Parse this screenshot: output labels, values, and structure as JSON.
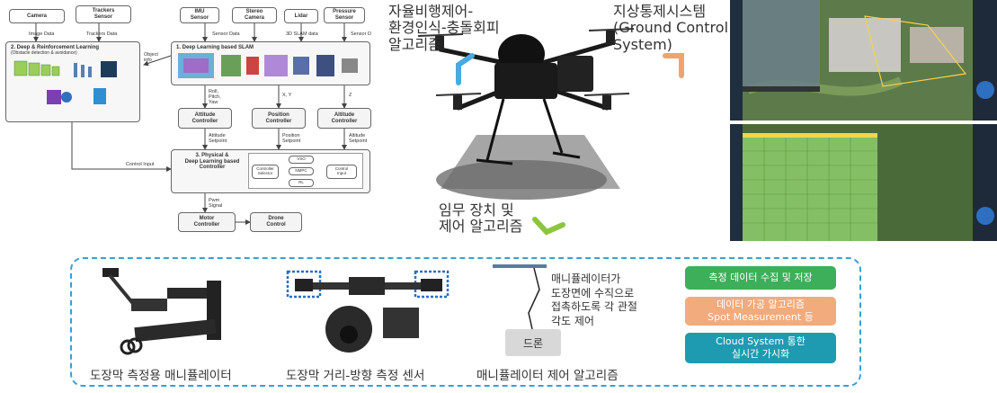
{
  "flowchart": {
    "camera": "Camera",
    "tracker": "Trackers\nSensor",
    "image_data": "Image Data",
    "tracker_data": "Trackers Data",
    "block2_title": "2. Deep & Reinforcement Learning",
    "block2_sub": "(Obstacle detection & avoidance)",
    "object_info": "Object\ninfo",
    "imu": "IMU\nSensor",
    "stereo": "Stereo\nCamera",
    "lidar": "Lidar",
    "pressure": "Pressure\nSensor",
    "sensor_data_1": "Sensor Data",
    "slam_data": "3D SLAM data",
    "sensor_data_2": "Sensor D",
    "block1_title": "1. Deep Learning based SLAM",
    "roll_lbl": "Roll,\nPitch,\nYaw",
    "xy_lbl": "X, Y",
    "z_lbl": "Z",
    "attitude_ctrl_1": "Attitude\nController",
    "position_ctrl": "Position\nController",
    "altitude_ctrl": "Altitude\nController",
    "attitude_sp": "Attitude\nSetpoint",
    "position_sp": "Position\nSetpoint",
    "altitude_sp": "Altitude\nSetpoint",
    "control_input": "Control Input",
    "block3_title": "3. Physical &",
    "block3_sub": "Deep Learning based\nController",
    "controller_selector": "Controller\nSelector",
    "vso": "VSO",
    "nmpc": "NMPC",
    "rl": "RL",
    "control_input_box": "Control\nInput",
    "pwm_signal": "Pwm\nSignal",
    "motor_ctrl": "Motor\nController",
    "drone_ctrl": "Drone\nControl"
  },
  "drone": {
    "label_autonomy": "자율비행제어-\n환경인식-충돌회피\n알고리즘",
    "label_gcs": "지상통제시스템\n(Ground Control\nSystem)",
    "label_mission": "임무 장치 및\n제어 알고리즘"
  },
  "bottom": {
    "caption_manip": "도장막 측정용 매니퓰레이터",
    "caption_sensor": "도장막 거리-방향 측정 센서",
    "caption_algo": "매니퓰레이터 제어 알고리즘",
    "manip_note": "매니퓰레이터가\n도장면에 수직으로\n접촉하도록 각 관절\n각도 제어",
    "drone_box": "드론",
    "pill_collect": "측정 데이터 수집 및 저장",
    "pill_process_1": "데이터 가공 알고리즘",
    "pill_process_2": "Spot Measurement 등",
    "pill_cloud_1": "Cloud System 통한",
    "pill_cloud_2": "실시간 가시화"
  },
  "colors": {
    "blue_accent": "#4aa9e0",
    "orange_accent": "#f2a26d",
    "green_accent": "#8cc63f",
    "pill_green": "#3dae5a",
    "pill_orange": "#f2ab7c",
    "pill_teal": "#1e9bb0",
    "dash_border": "#3a9fd6"
  }
}
